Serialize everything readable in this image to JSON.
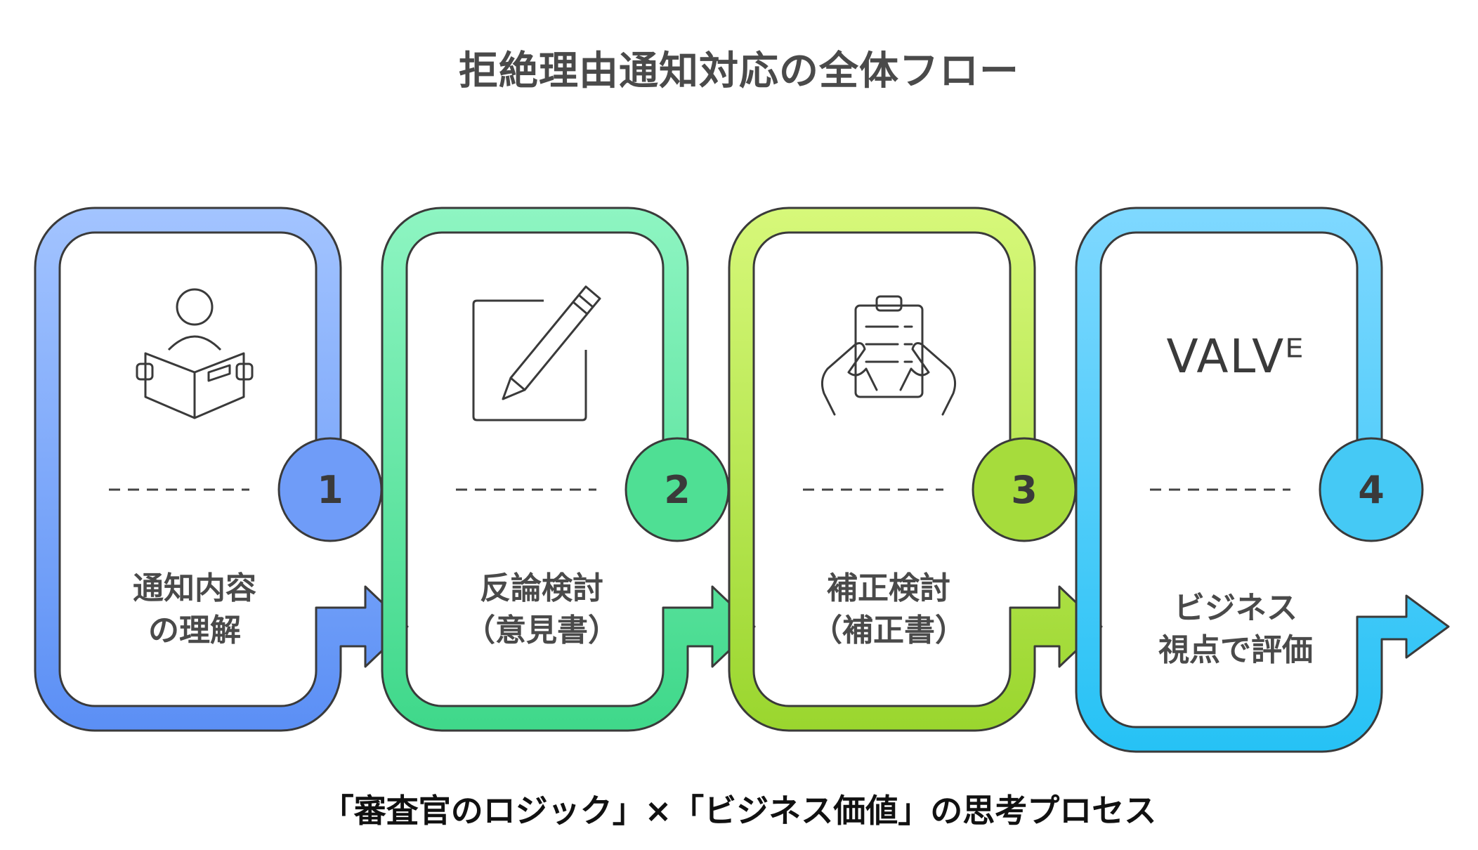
{
  "title": "拒絶理由通知対応の全体フロー",
  "subtitle": "「審査官のロジック」×「ビジネス価値」の思考プロセス",
  "steps": [
    {
      "number": "1",
      "line1": "通知内容",
      "line2": "の理解",
      "icon": "reading-person-icon",
      "colors": {
        "top": "#a3c4ff",
        "bottom": "#5b8ff5",
        "badge": "#6f9cf8"
      }
    },
    {
      "number": "2",
      "line1": "反論検討",
      "line2": "（意見書）",
      "icon": "pencil-note-icon",
      "colors": {
        "top": "#8ef5c2",
        "bottom": "#3fd88a",
        "badge": "#4fdf94"
      }
    },
    {
      "number": "3",
      "line1": "補正検討",
      "line2": "（補正書）",
      "icon": "clipboard-hands-icon",
      "colors": {
        "top": "#d7f87a",
        "bottom": "#9ad62e",
        "badge": "#a6dc3c"
      }
    },
    {
      "number": "4",
      "line1": "ビジネス",
      "line2": "視点で評価",
      "icon": "valve-logo-icon",
      "icon_text": "VALVᴱ",
      "colors": {
        "top": "#7fd8ff",
        "bottom": "#26c2f5",
        "badge": "#45c9f5"
      }
    }
  ]
}
